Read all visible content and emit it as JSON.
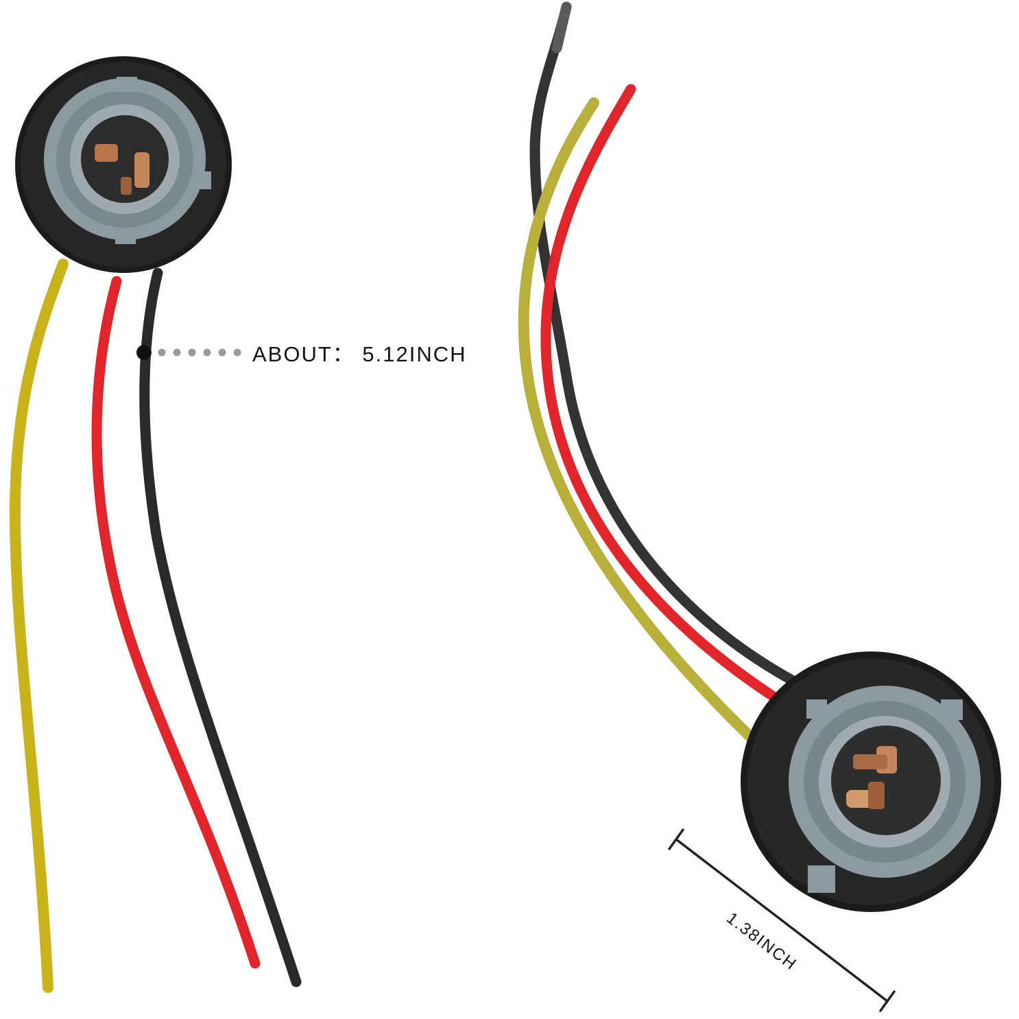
{
  "image": {
    "subject": "bulb-socket-pigtail-harness",
    "background_color": "#ffffff"
  },
  "labels": {
    "length_label": "ABOUT： 5.12INCH",
    "diameter_label": "1.38INCH"
  },
  "colors": {
    "wire_yellow": "#c9b21a",
    "wire_red": "#e0262b",
    "wire_black": "#2a2a2a",
    "wire_gray": "#555555",
    "socket_black": "#1b1b1b",
    "socket_gray": "#8e9aa2",
    "contact_copper": "#b8754a",
    "dot_gray": "#9a9a9a"
  }
}
